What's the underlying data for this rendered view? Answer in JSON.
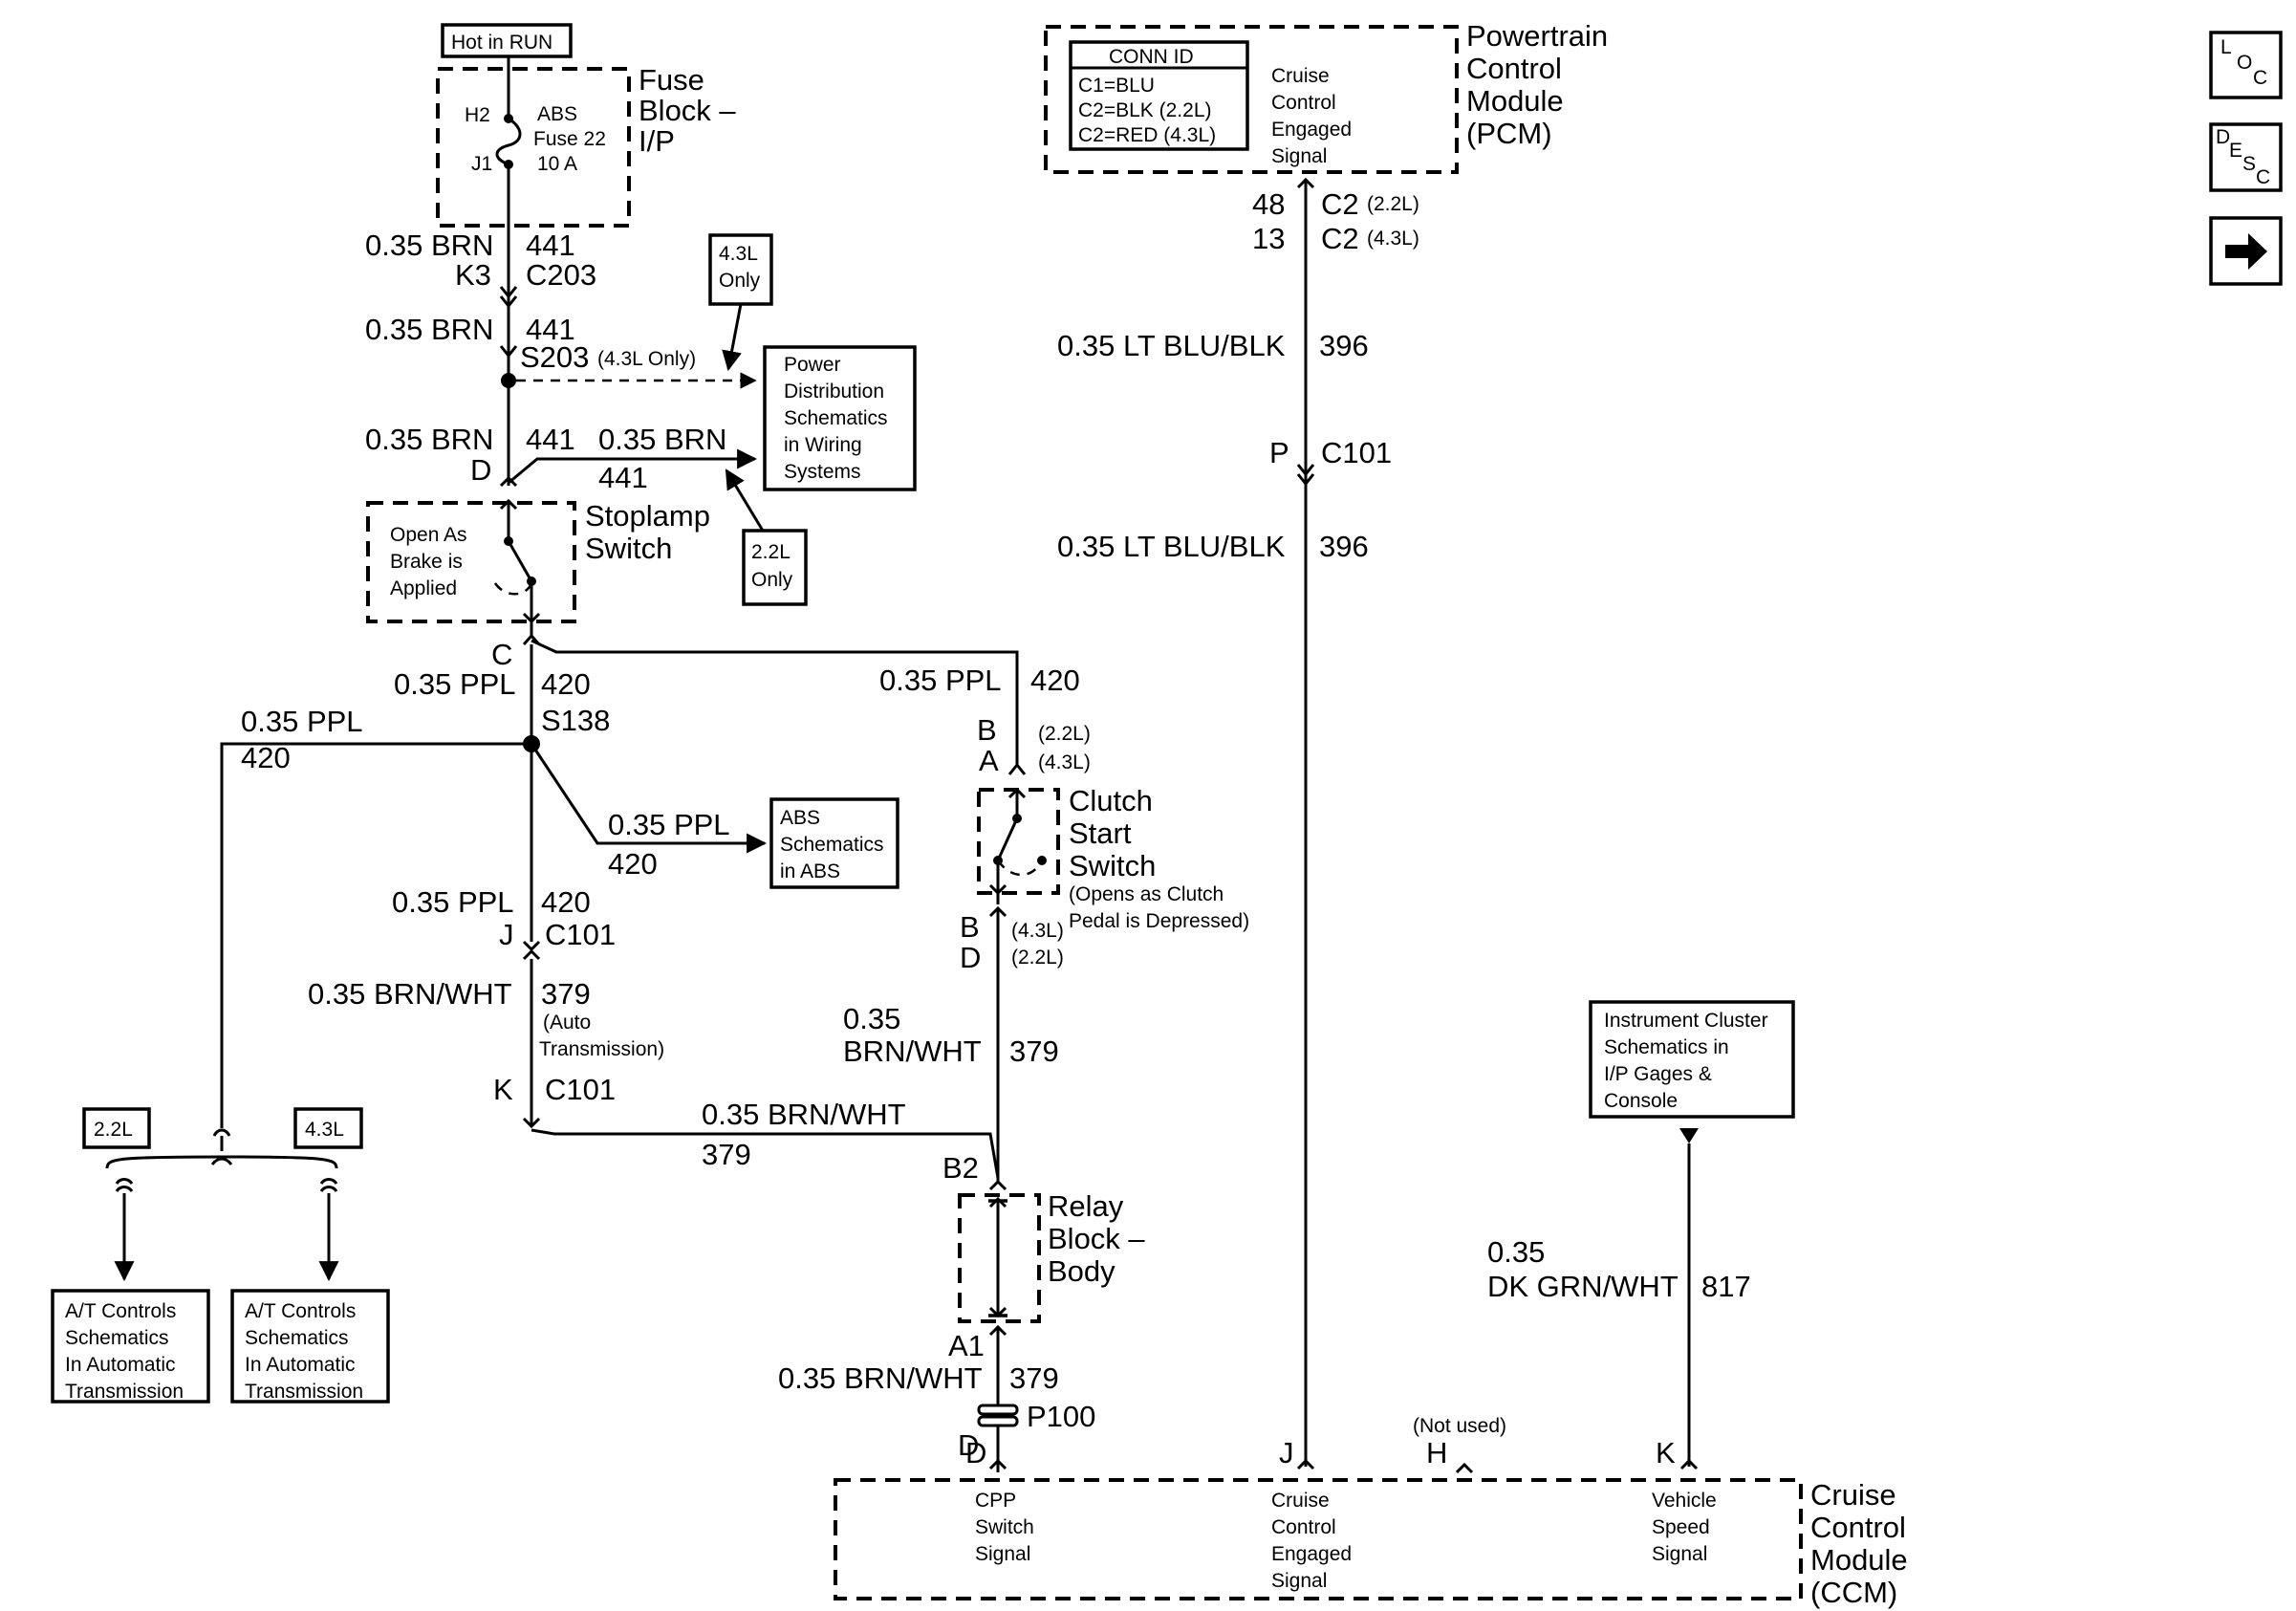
{
  "hot_label": "Hot in RUN",
  "fuse_block": {
    "lines": [
      "Fuse",
      "Block –",
      "I/P"
    ],
    "pin_top": "H2",
    "pin_bot": "J1",
    "fuse": [
      "ABS",
      "Fuse 22",
      "10 A"
    ]
  },
  "pcm": {
    "title": [
      "Powertrain",
      "Control",
      "Module",
      "(PCM)"
    ],
    "conn_id": [
      "CONN ID",
      "C1=BLU",
      "C2=BLK (2.2L)",
      "C2=RED (4.3L)"
    ],
    "signal": [
      "Cruise",
      "Control",
      "Engaged",
      "Signal"
    ],
    "pin1": "48",
    "conn1": "C2",
    "var1": "(2.2L)",
    "pin2": "13",
    "conn2": "C2",
    "var2": "(4.3L)"
  },
  "nav": {
    "loc": [
      "L",
      "O",
      "C"
    ],
    "desc": [
      "D",
      "E",
      "S",
      "C"
    ],
    "next_icon": "right-arrow-icon"
  },
  "main_wire": {
    "w1_gauge": "0.35 BRN",
    "w1_circuit": "441",
    "k3": "K3",
    "c203": "C203",
    "w2_gauge": "0.35 BRN",
    "w2_circuit": "441",
    "s203": "S203",
    "s203_note": "(4.3L Only)",
    "w3_gauge": "0.35 BRN",
    "w3_circuit": "441",
    "d": "D",
    "branch_gauge": "0.35 BRN",
    "branch_circuit": "441"
  },
  "note_43_only": [
    "4.3L",
    "Only"
  ],
  "note_22_only": [
    "2.2L",
    "Only"
  ],
  "power_dist": [
    "Power",
    "Distribution",
    "Schematics",
    "in Wiring",
    "Systems"
  ],
  "stoplamp": {
    "title": [
      "Stoplamp",
      "Switch"
    ],
    "note": [
      "Open As",
      "Brake is",
      "Applied"
    ],
    "pin_c": "C"
  },
  "ppl_wire": {
    "gauge": "0.35 PPL",
    "circuit": "420",
    "splice": "S138",
    "left_gauge": "0.35 PPL",
    "left_circuit": "420",
    "abs_gauge": "0.35 PPL",
    "abs_circuit": "420",
    "right_gauge": "0.35 PPL",
    "right_circuit": "420"
  },
  "abs_box": [
    "ABS",
    "Schematics",
    "in ABS"
  ],
  "clutch": {
    "pin_b": "B",
    "pin_a": "A",
    "var_b": "(2.2L)",
    "var_a": "(4.3L)",
    "title": [
      "Clutch",
      "Start",
      "Switch"
    ],
    "note": [
      "(Opens as Clutch",
      "Pedal is Depressed)"
    ],
    "pin_b2": "B",
    "pin_d": "D",
    "var_b2": "(4.3L)",
    "var_d": "(2.2L)",
    "wire_gauge": [
      "0.35",
      "BRN/WHT"
    ],
    "wire_circuit": "379"
  },
  "left_col": {
    "g1": "0.35 PPL",
    "c1": "420",
    "pin_j": "J",
    "conn_j": "C101",
    "g2": "0.35 BRN/WHT",
    "c2": "379",
    "note": [
      "(Auto",
      "Transmission)"
    ],
    "pin_k": "K",
    "conn_k": "C101",
    "h_gauge": "0.35 BRN/WHT",
    "h_circuit": "379"
  },
  "relay": {
    "pin_b2": "B2",
    "title": [
      "Relay",
      "Block –",
      "Body"
    ],
    "pin_a1": "A1",
    "gauge": "0.35 BRN/WHT",
    "circuit": "379",
    "conn": "P100",
    "pin_d": "D"
  },
  "at_variants": {
    "left": "2.2L",
    "right": "4.3L"
  },
  "at_box": [
    "A/T Controls",
    "Schematics",
    "In Automatic",
    "Transmission"
  ],
  "pcm_wire": {
    "gauge1": "0.35 LT BLU/BLK",
    "circuit1": "396",
    "pin_p": "P",
    "conn_p": "C101",
    "gauge2": "0.35 LT BLU/BLK",
    "circuit2": "396"
  },
  "ic_box": [
    "Instrument Cluster",
    "Schematics in",
    "I/P Gages &",
    "Console"
  ],
  "vss_wire": {
    "gauge": [
      "0.35",
      "DK GRN/WHT"
    ],
    "circuit": "817"
  },
  "ccm": {
    "title": [
      "Cruise",
      "Control",
      "Module",
      "(CCM)"
    ],
    "pin_d": "D",
    "pin_j": "J",
    "pin_h": "H",
    "pin_k": "K",
    "not_used": "(Not used)",
    "cpp": [
      "CPP",
      "Switch",
      "Signal"
    ],
    "cces": [
      "Cruise",
      "Control",
      "Engaged",
      "Signal"
    ],
    "vss": [
      "Vehicle",
      "Speed",
      "Signal"
    ]
  }
}
